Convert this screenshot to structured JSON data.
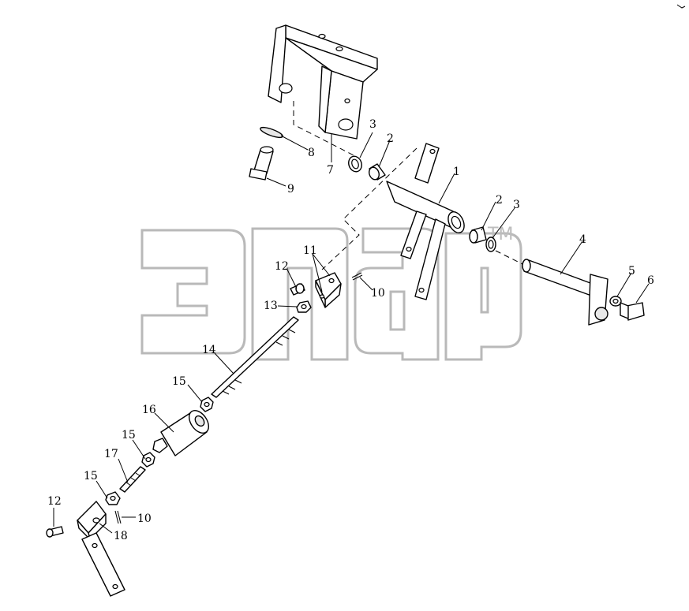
{
  "diagram": {
    "callouts": [
      {
        "id": "c1",
        "label": "1"
      },
      {
        "id": "c2a",
        "label": "2"
      },
      {
        "id": "c3a",
        "label": "3"
      },
      {
        "id": "c2b",
        "label": "2"
      },
      {
        "id": "c3b",
        "label": "3"
      },
      {
        "id": "c4",
        "label": "4"
      },
      {
        "id": "c5",
        "label": "5"
      },
      {
        "id": "c6",
        "label": "6"
      },
      {
        "id": "c7",
        "label": "7"
      },
      {
        "id": "c8",
        "label": "8"
      },
      {
        "id": "c9",
        "label": "9"
      },
      {
        "id": "c10a",
        "label": "10"
      },
      {
        "id": "c11",
        "label": "11"
      },
      {
        "id": "c12a",
        "label": "12"
      },
      {
        "id": "c13",
        "label": "13"
      },
      {
        "id": "c14",
        "label": "14"
      },
      {
        "id": "c15a",
        "label": "15"
      },
      {
        "id": "c16",
        "label": "16"
      },
      {
        "id": "c15b",
        "label": "15"
      },
      {
        "id": "c17",
        "label": "17"
      },
      {
        "id": "c15c",
        "label": "15"
      },
      {
        "id": "c12b",
        "label": "12"
      },
      {
        "id": "c10b",
        "label": "10"
      },
      {
        "id": "c18",
        "label": "18"
      }
    ],
    "watermark": {
      "trademark": "TM"
    },
    "colors": {
      "line": "#000000",
      "watermark": "#b9b9b9",
      "background": "#ffffff"
    }
  }
}
